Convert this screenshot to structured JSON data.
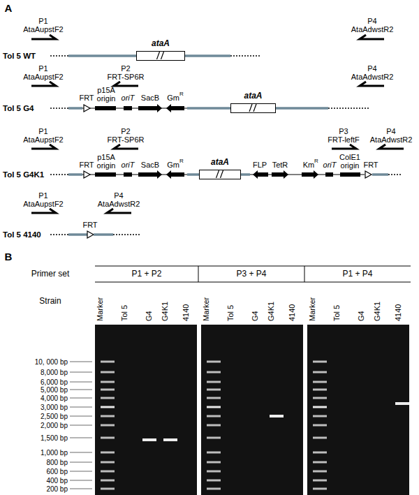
{
  "diagram": {
    "nodes": [
      {
        "text": [
          "ataA"
        ]
      },
      {
        "text": [
          "ataA"
        ]
      },
      {
        "text": [
          "ataA"
        ]
      }
    ],
    "labels": [
      "A",
      "P1",
      "AtaAupstF2",
      "P4",
      "AtaAdwstR2",
      "Tol 5 WT",
      "P1",
      "AtaAupstF2",
      "P2",
      "FRT-SP6R",
      "P4",
      "AtaAdwstR2",
      "Tol 5 G4",
      "FRT",
      "p15A origin",
      "oriT",
      "SacB",
      "Gm",
      "R",
      "P1",
      "AtaAupstF2",
      "P2",
      "FRT-SP6R",
      "P3",
      "FRT-leftF",
      "P4",
      "AtaAdwstR2",
      "Tol 5 G4K1",
      "FRT",
      "p15A origin",
      "oriT",
      "SacB",
      "Gm",
      "R",
      "FLP",
      "TetR",
      "Km",
      "R",
      "oriT",
      "ColE1 origin",
      "FRT",
      "P1",
      "AtaAupstF2",
      "P4",
      "AtaAdwstR2",
      "Tol 5 4140",
      "FRT",
      "B",
      "Primer set",
      "P1 + P2",
      "P3 + P4",
      "P1 + P4",
      "Strain",
      "Marker",
      "Tol 5",
      "G4",
      "G4K1",
      "4140",
      "Marker",
      "Tol 5",
      "G4",
      "G4K1",
      "4140",
      "Marker",
      "Tol 5",
      "G4",
      "G4K1",
      "4140",
      "10, 000 bp",
      "8,000 bp",
      "6,000 bp",
      "5,000 bp",
      "4,000 bp",
      "3,000 bp",
      "2,500 bp",
      "2,000 bp",
      "1,500 bp",
      "1,000 bp",
      "800 bp",
      "600 bp",
      "400 bp",
      "200 bp"
    ]
  }
}
